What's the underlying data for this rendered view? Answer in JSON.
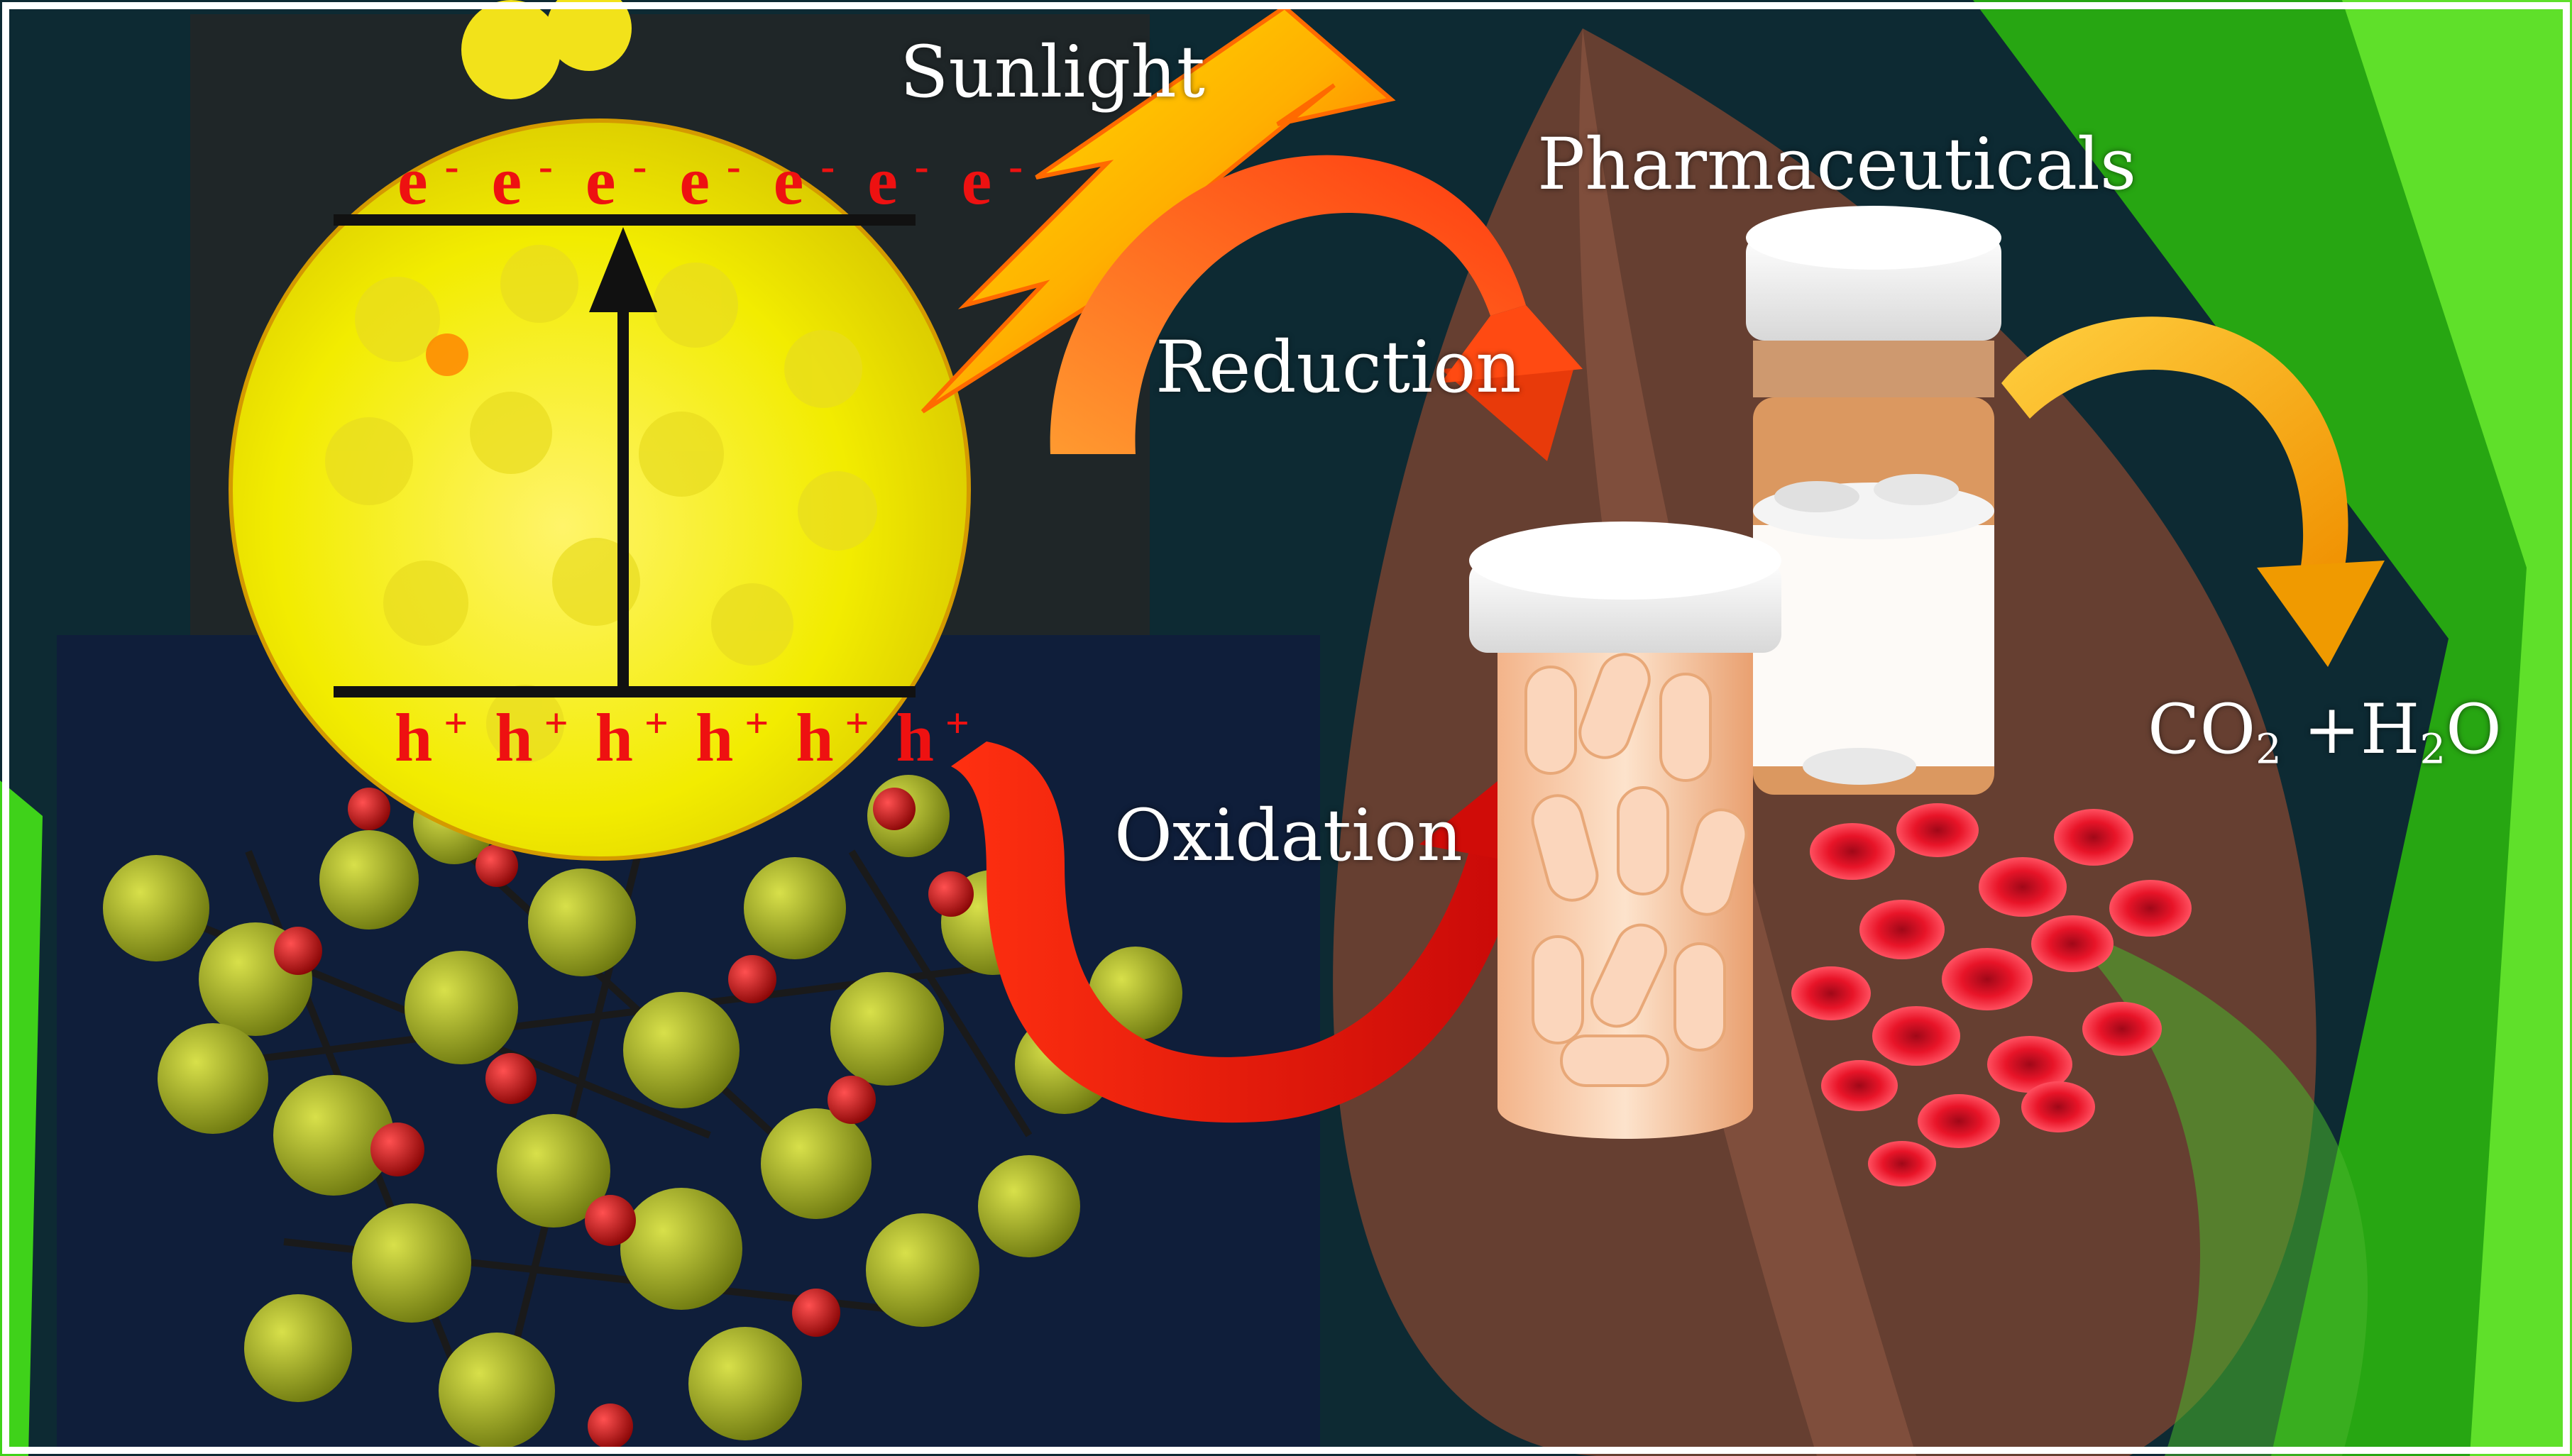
{
  "labels": {
    "sunlight": "Sunlight",
    "pharmaceuticals": "Pharmaceuticals",
    "reduction": "Reduction",
    "oxidation": "Oxidation",
    "products_co": "CO",
    "products_co_sub": "2",
    "products_plus_h": "+H",
    "products_h_sub": "2",
    "products_o": "O"
  },
  "band_diagram": {
    "electron_base": "e",
    "electron_sup": "-",
    "electrons": [
      "e",
      "e",
      "e",
      "e",
      "e",
      "e",
      "e"
    ],
    "hole_base": "h",
    "hole_sup": "+",
    "holes": [
      "h",
      "h",
      "h",
      "h",
      "h",
      "h"
    ]
  },
  "colors": {
    "background_dark": "#0d2a33",
    "green_accent": "#3fd21a",
    "sun_yellow": "#f5f000",
    "reduction_arrow": "#ff5a10",
    "oxidation_arrow": "#e8140a",
    "degradation_arrow": "#f0a000",
    "charge_text": "#ee1111",
    "pill_white": "#f2f2f2",
    "capsule": "#f7c8a8",
    "blood_cell": "#e81428",
    "molecule_ball": "#a8b81a",
    "oxygen_ball": "#c01010"
  },
  "icons": [
    "lightning-bolt-icon",
    "reduction-arrow-icon",
    "oxidation-arrow-icon",
    "degradation-arrow-icon",
    "excitation-arrow-icon"
  ]
}
